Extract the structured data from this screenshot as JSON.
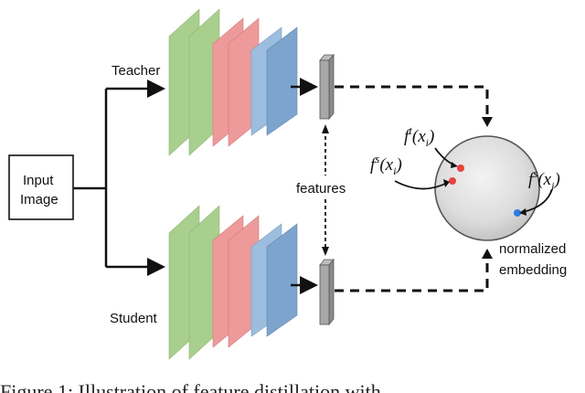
{
  "diagram": {
    "input_label_line1": "Input",
    "input_label_line2": "Image",
    "teacher_label": "Teacher",
    "student_label": "Student",
    "features_label": "features",
    "normalized_label_line1": "normalized",
    "normalized_label_line2": "embedding",
    "f_t_base": "f",
    "f_t_sup": "t",
    "f_t_arg": "(x",
    "f_t_sub": "i",
    "f_t_close": ")",
    "f_s_base": "f",
    "f_s_sup": "s",
    "f_s_arg": "(x",
    "f_s_sub": "i",
    "f_s_close": ")",
    "f_sj_base": "f",
    "f_sj_sup": "s",
    "f_sj_arg": "(x",
    "f_sj_sub": "j",
    "f_sj_close": ")"
  },
  "caption": "Figure 1: Illustration of feature distillation with..."
}
